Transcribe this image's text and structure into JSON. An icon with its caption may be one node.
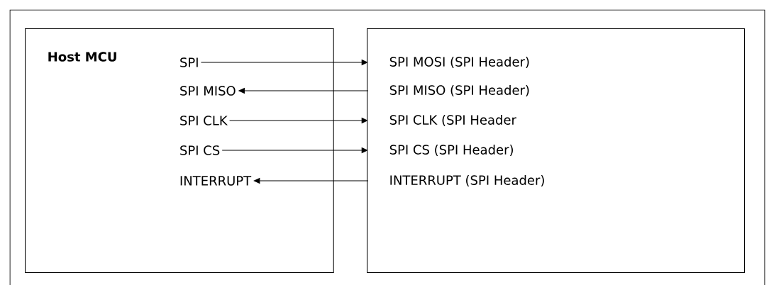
{
  "diagram": {
    "nodes": [
      {
        "text": [
          "Host MCU"
        ]
      },
      {
        "text": [],
        "shape": "box"
      },
      {
        "text": [
          "SPI"
        ],
        "in": 0
      },
      {
        "text": [
          "SPI MISO"
        ],
        "in": 0
      },
      {
        "text": [
          "SPI CLK"
        ],
        "in": 0
      },
      {
        "text": [
          "SPI CS"
        ],
        "in": 0
      },
      {
        "text": [
          "INTERRUPT"
        ],
        "in": 0
      },
      {
        "text": [
          "SPI MOSI (SPI Header)"
        ],
        "in": 1
      },
      {
        "text": [
          "SPI MISO (SPI Header)"
        ],
        "in": 1
      },
      {
        "text": [
          "SPI CLK (SPI Header"
        ],
        "in": 1
      },
      {
        "text": [
          "SPI CS (SPI Header)"
        ],
        "in": 1
      },
      {
        "text": [
          "INTERRUPT (SPI Header)"
        ],
        "in": 1
      }
    ],
    "edges": [
      {
        "from": 2,
        "to": 7,
        "arrow": "to"
      },
      {
        "from": 8,
        "to": 3,
        "arrow": "to"
      },
      {
        "from": 4,
        "to": 9,
        "arrow": "to"
      },
      {
        "from": 5,
        "to": 10,
        "arrow": "to"
      },
      {
        "from": 11,
        "to": 6,
        "arrow": "to"
      }
    ]
  }
}
